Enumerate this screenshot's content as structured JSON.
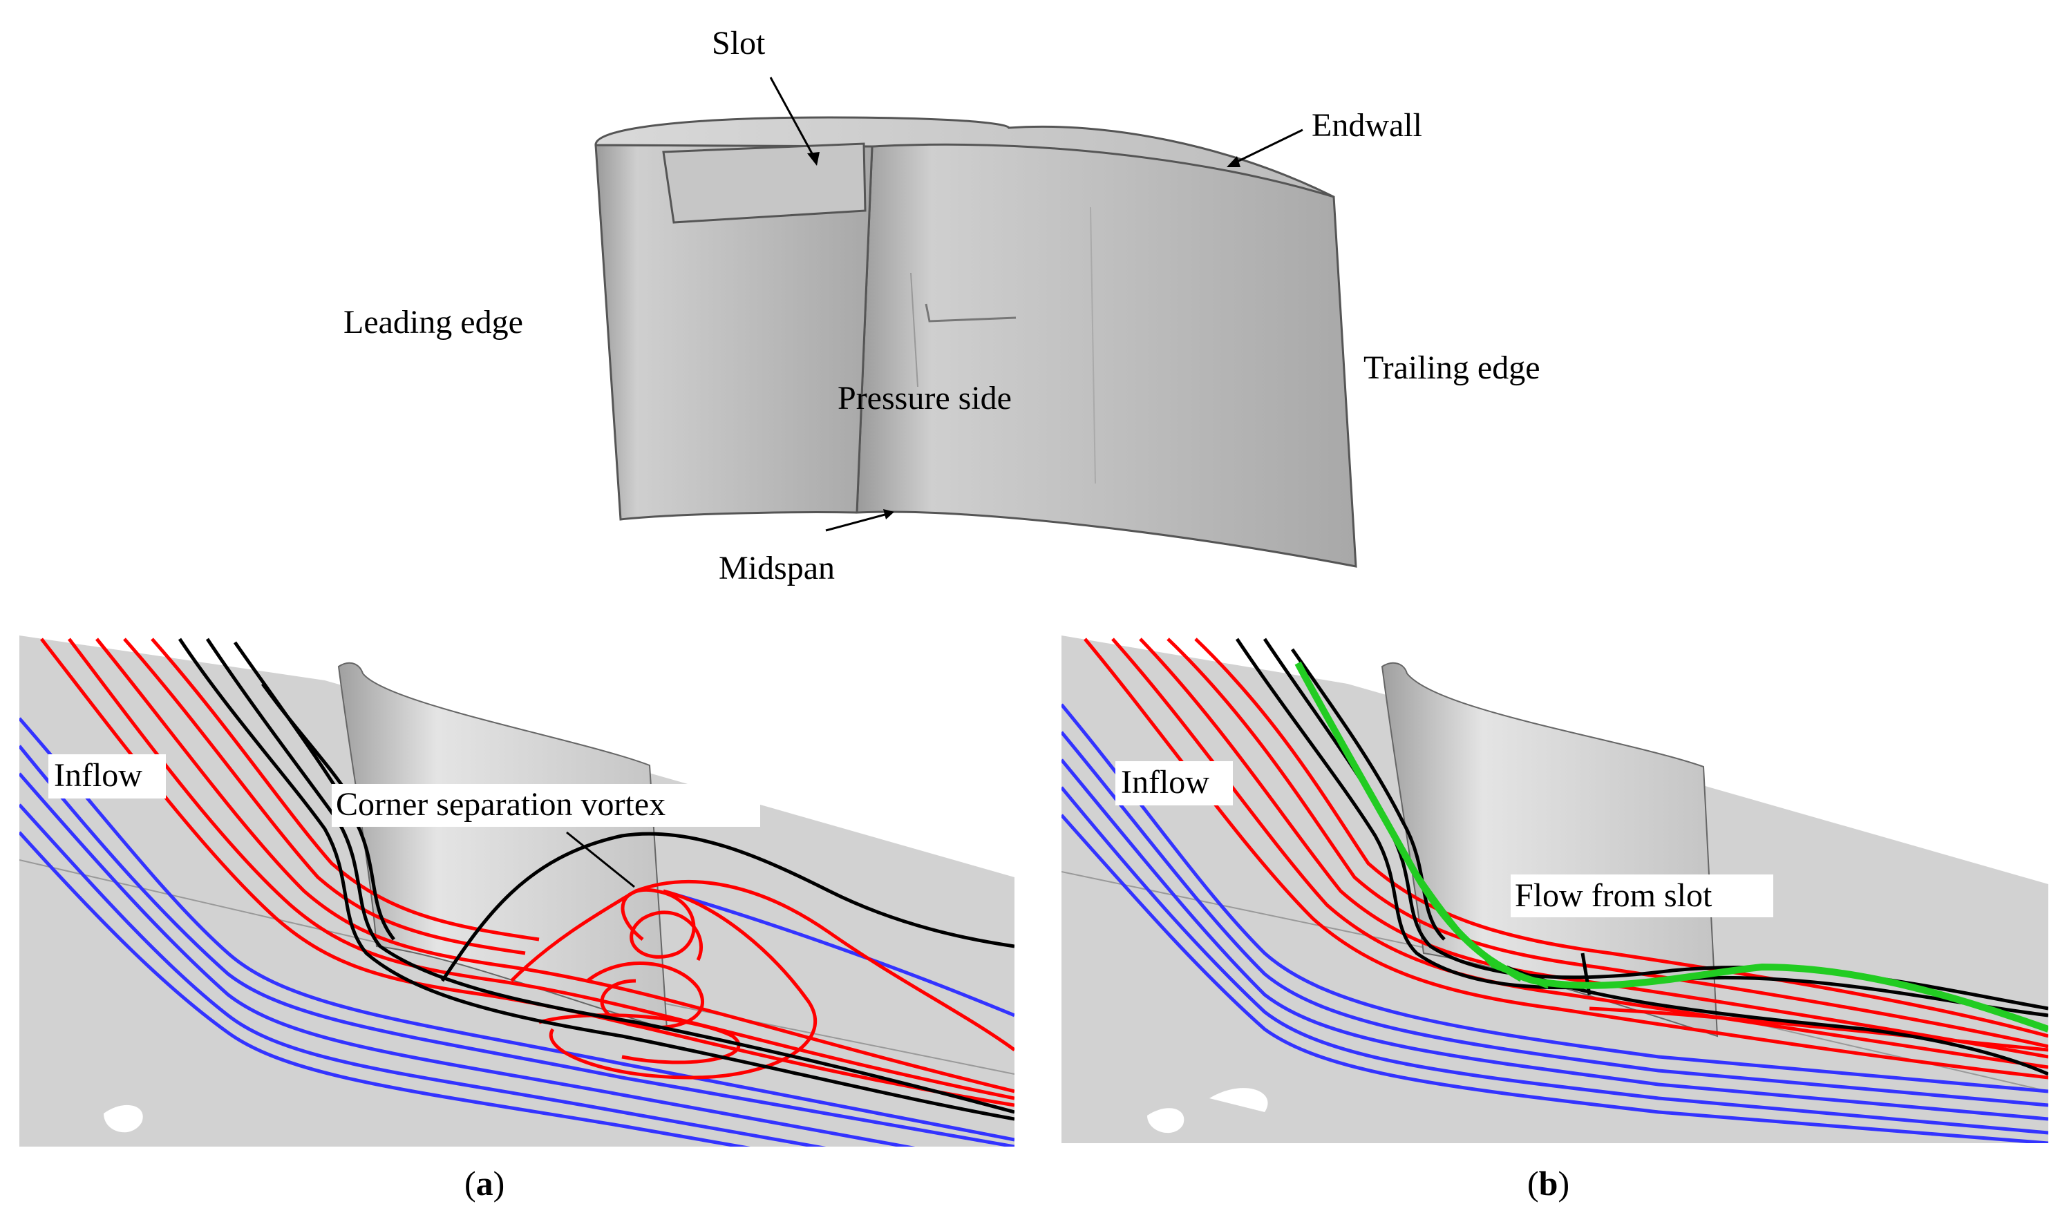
{
  "blade": {
    "labels": {
      "slot": "Slot",
      "endwall": "Endwall",
      "leading_edge": "Leading edge",
      "trailing_edge": "Trailing edge",
      "pressure_side": "Pressure side",
      "midspan": "Midspan"
    }
  },
  "panel_a": {
    "inflow": "Inflow",
    "vortex_label": "Corner separation vortex",
    "caption_open": "(",
    "caption_letter": "a",
    "caption_close": ")"
  },
  "panel_b": {
    "inflow": "Inflow",
    "slot_flow_label": "Flow from slot",
    "caption_open": "(",
    "caption_letter": "b",
    "caption_close": ")"
  },
  "colors": {
    "blade_surface": "#b4b4b4",
    "endwall_surface": "#d2d2d2",
    "streamline_blue": "#3333ff",
    "streamline_red": "#ff0000",
    "streamline_black": "#000000",
    "streamline_green": "#22cc22"
  }
}
